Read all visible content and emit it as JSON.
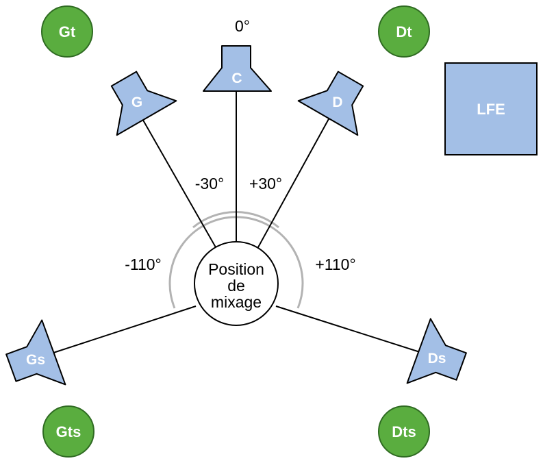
{
  "colors": {
    "speaker_fill": "#a3bfe6",
    "speaker_stroke": "#000000",
    "height_fill": "#5aad3f",
    "height_stroke": "#2f6b22",
    "lfe_fill": "#a3bfe6",
    "arc_color": "#b3b3b3",
    "line_color": "#000000",
    "text_dark": "#000000",
    "text_light": "#ffffff"
  },
  "speakers": {
    "center": "C",
    "left": "G",
    "right": "D",
    "left_surround": "Gs",
    "right_surround": "Ds"
  },
  "height_speakers": {
    "top_left": "Gt",
    "top_right": "Dt",
    "top_left_surround": "Gts",
    "top_right_surround": "Dts"
  },
  "lfe": "LFE",
  "angles": {
    "center": "0°",
    "left": "-30°",
    "right": "+30°",
    "left_surround": "-110°",
    "right_surround": "+110°"
  },
  "listening_position": {
    "line1": "Position",
    "line2": "de",
    "line3": "mixage"
  }
}
